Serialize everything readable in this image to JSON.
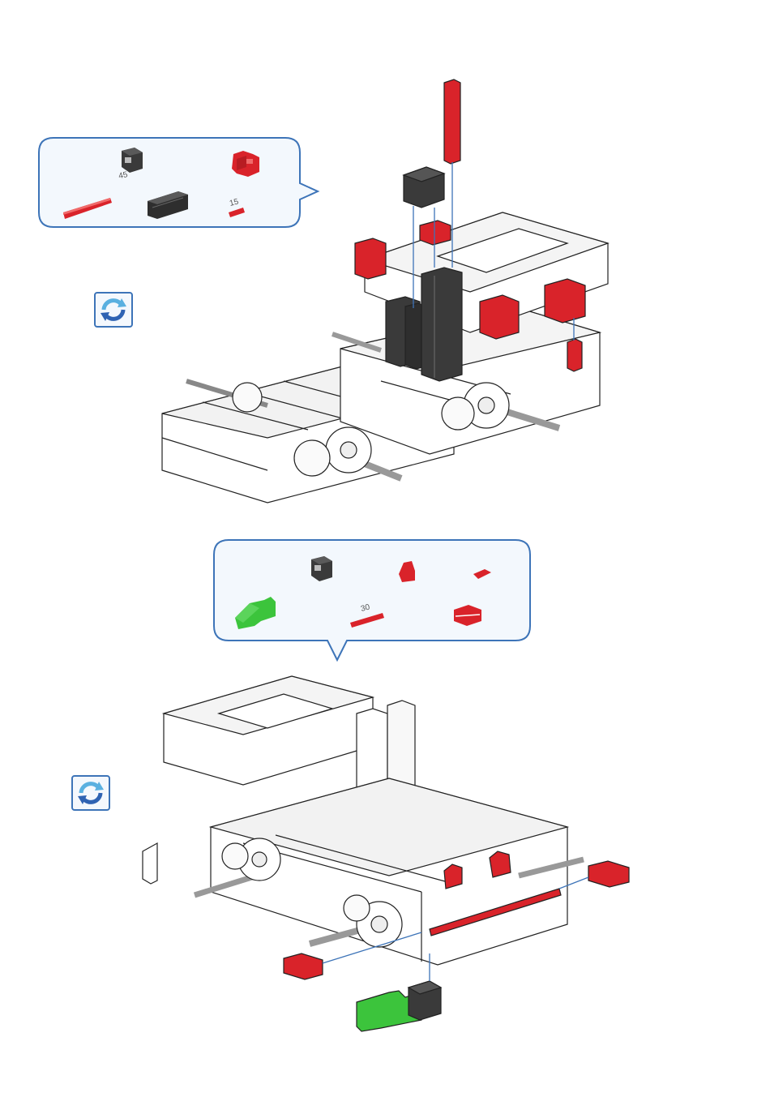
{
  "step_top": {
    "parts": [
      {
        "name": "building-block-15-with-bore",
        "color": "#3a3a3a"
      },
      {
        "name": "red-cross-connector",
        "color": "#d9232a"
      },
      {
        "name": "red-strut-45",
        "color": "#d9232a",
        "length_label": "45"
      },
      {
        "name": "black-double-block",
        "color": "#3a3a3a"
      },
      {
        "name": "red-strut-15",
        "color": "#d9232a",
        "length_label": "15"
      }
    ]
  },
  "step_bottom": {
    "parts": [
      {
        "name": "building-block-15-with-bore",
        "color": "#3a3a3a"
      },
      {
        "name": "red-angle-block",
        "color": "#d9232a"
      },
      {
        "name": "red-small-clip",
        "color": "#d9232a"
      },
      {
        "name": "green-lever",
        "color": "#3cc43c"
      },
      {
        "name": "red-strut-30",
        "color": "#d9232a",
        "length_label": "30"
      },
      {
        "name": "red-double-connector",
        "color": "#d9232a"
      }
    ]
  },
  "colors": {
    "callout_border": "#3d74b8",
    "callout_fill": "#f3f8fd",
    "model_red": "#d9232a",
    "model_black": "#3a3a3a",
    "model_green": "#3cc43c",
    "assembly_line": "#3d74b8"
  },
  "icons": {
    "rotate": "rotate-model-icon"
  }
}
